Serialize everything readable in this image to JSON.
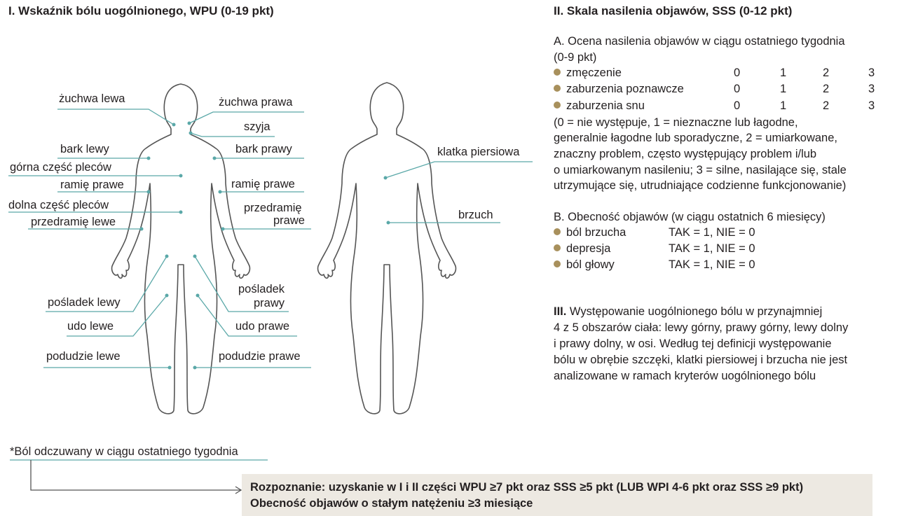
{
  "section1": {
    "title": "I. Wskaźnik bólu uogólnionego, WPU (0-19 pkt)",
    "labels": {
      "zuchwa_lewa": "żuchwa lewa",
      "zuchwa_prawa": "żuchwa prawa",
      "szyja": "szyja",
      "bark_lewy": "bark lewy",
      "bark_prawy": "bark prawy",
      "gorna_czesc_plecow": "górna część pleców",
      "ramie_prawe": "ramię prawe",
      "ramie_prawe_r": "ramię prawe",
      "dolna_czesc_plecow": "dolna część pleców",
      "przedramie_lewe": "przedramię lewe",
      "przedramie_prawe_1": "przedramię",
      "przedramie_prawe_2": "prawe",
      "posladek_lewy": "pośladek lewy",
      "posladek_prawy_1": "pośladek",
      "posladek_prawy_2": "prawy",
      "udo_lewe": "udo lewe",
      "udo_prawe": "udo prawe",
      "podudzie_lewe": "podudzie lewe",
      "podudzie_prawe": "podudzie prawe",
      "klatka_piersiowa": "klatka piersiowa",
      "brzuch": "brzuch"
    },
    "footnote": "*Ból odczuwany w ciągu ostatniego tygodnia"
  },
  "section2": {
    "title": "II. Skala nasilenia objawów, SSS (0-12 pkt)",
    "partA": {
      "heading_1": "A. Ocena nasilenia objawów w ciągu ostatniego tygodnia",
      "heading_2": "(0-9 pkt)",
      "items": [
        {
          "label": "zmęczenie",
          "scores": [
            "0",
            "1",
            "2",
            "3"
          ]
        },
        {
          "label": "zaburzenia poznawcze",
          "scores": [
            "0",
            "1",
            "2",
            "3"
          ]
        },
        {
          "label": "zaburzenia snu",
          "scores": [
            "0",
            "1",
            "2",
            "3"
          ]
        }
      ],
      "legend": [
        "(0 = nie występuje, 1 = nieznaczne lub łagodne,",
        "generalnie łagodne lub sporadyczne, 2 = umiarkowane,",
        "znaczny problem, często występujący problem i/lub",
        "o umiarkowanym nasileniu; 3 = silne, nasilające się, stale",
        "utrzymujące się, utrudniające codzienne funkcjonowanie)"
      ]
    },
    "partB": {
      "heading": "B. Obecność objawów (w ciągu ostatnich 6 miesięcy)",
      "items": [
        {
          "label": "ból brzucha",
          "value": "TAK = 1, NIE = 0"
        },
        {
          "label": "depresja",
          "value": "TAK = 1, NIE = 0"
        },
        {
          "label": "ból głowy",
          "value": "TAK = 1, NIE = 0"
        }
      ]
    }
  },
  "section3": {
    "bold": "III.",
    "lines": [
      " Występowanie uogólnionego bólu w przynajmniej",
      "4 z 5 obszarów ciała: lewy górny, prawy górny, lewy dolny",
      "i prawy dolny, w osi. Według tej definicji występowanie",
      "bólu w obrębie szczęki, klatki piersiowej i brzucha nie jest",
      "analizowane w ramach kryterów uogólnionego bólu"
    ]
  },
  "diagnosis": {
    "line1": "Rozpoznanie: uzyskanie w I i II części WPU ≥7 pkt oraz SSS ≥5 pkt (LUB WPI 4-6 pkt oraz SSS ≥9 pkt)",
    "line2": "Obecność objawów o stałym natężeniu ≥3 miesiące"
  },
  "colors": {
    "accent_dot": "#a8905c",
    "line": "#5aa8a8",
    "body_outline": "#555555",
    "box_bg": "#ede9e2"
  }
}
